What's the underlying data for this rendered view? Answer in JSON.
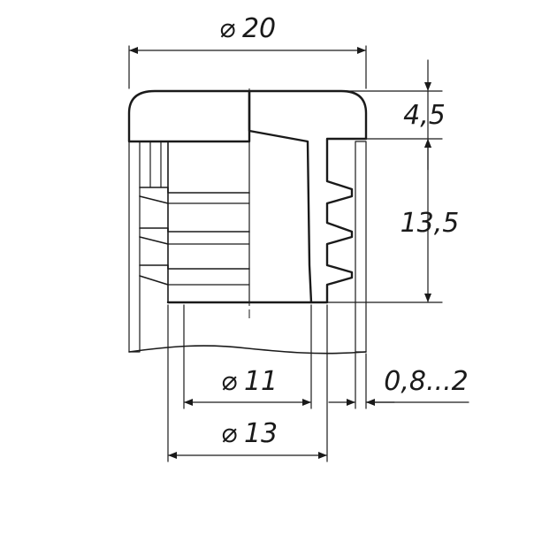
{
  "drawing": {
    "dimensions": {
      "outer_diameter": "20",
      "inner_diameter_11": "11",
      "inner_diameter_13": "13",
      "cap_height": "4,5",
      "rib_height": "13,5",
      "wall_thickness": "0,8...2"
    },
    "symbols": {
      "diameter": "⌀"
    }
  }
}
